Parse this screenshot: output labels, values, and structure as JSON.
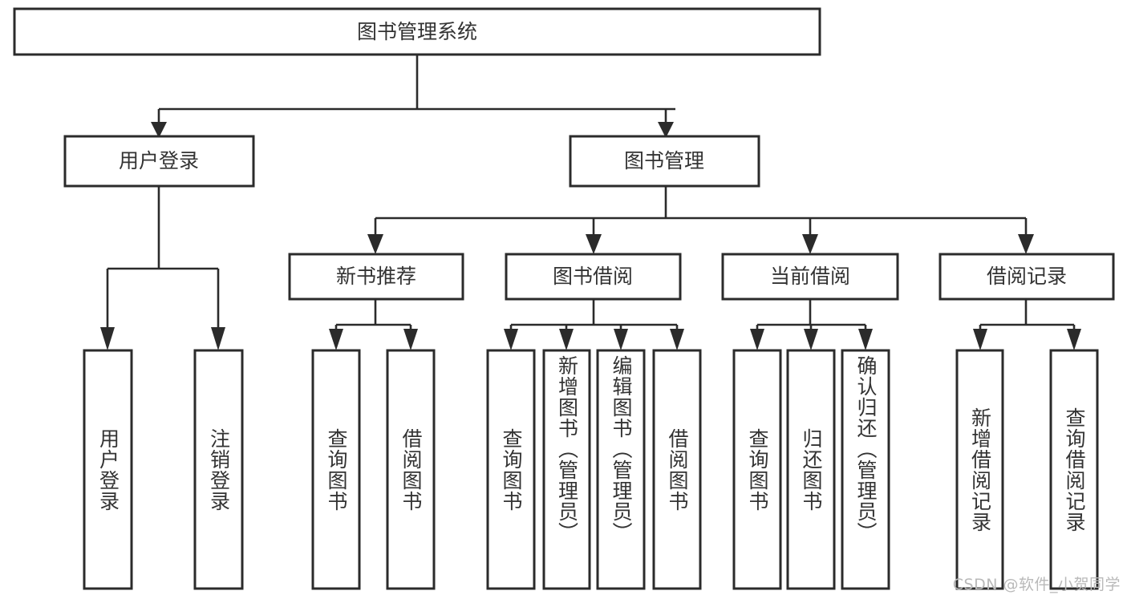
{
  "diagram": {
    "type": "tree-hierarchy",
    "title": "图书管理系统",
    "colors": {
      "box_stroke": "#2b2b2b",
      "box_fill": "#ffffff",
      "connector": "#2b2b2b",
      "text": "#333333",
      "watermark": "#b9b9b9",
      "background": "#ffffff"
    },
    "root": {
      "label": "图书管理系统"
    },
    "level2": [
      {
        "label": "用户登录"
      },
      {
        "label": "图书管理"
      }
    ],
    "level3": [
      {
        "label": "新书推荐"
      },
      {
        "label": "图书借阅"
      },
      {
        "label": "当前借阅"
      },
      {
        "label": "借阅记录"
      }
    ],
    "leaves": {
      "user_login": [
        {
          "label": "用户登录"
        },
        {
          "label": "注销登录"
        }
      ],
      "new_book_recommend": [
        {
          "label": "查询图书"
        },
        {
          "label": "借阅图书"
        }
      ],
      "book_borrow": [
        {
          "label": "查询图书"
        },
        {
          "label": "新增图书（管理员）"
        },
        {
          "label": "编辑图书（管理员）"
        },
        {
          "label": "借阅图书"
        }
      ],
      "current_borrow": [
        {
          "label": "查询图书"
        },
        {
          "label": "归还图书"
        },
        {
          "label": "确认归还（管理员）"
        }
      ],
      "borrow_record": [
        {
          "label": "新增借阅记录"
        },
        {
          "label": "查询借阅记录"
        }
      ]
    }
  },
  "watermark": {
    "text": "CSDN @软件_小贺同学"
  }
}
